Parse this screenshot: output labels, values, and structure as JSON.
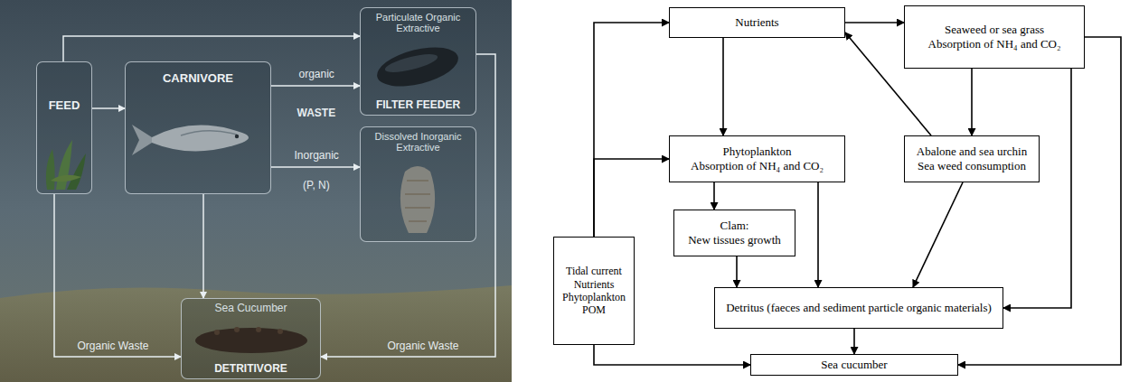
{
  "diagram": {
    "nodes": [
      {
        "text": [
          "FEED"
        ]
      },
      {
        "text": [
          "CARNIVORE"
        ]
      },
      {
        "text": [
          "Particulate Organic Extractive",
          "FILTER FEEDER"
        ]
      },
      {
        "text": [
          "Dissolved Inorganic Extractive"
        ]
      },
      {
        "text": [
          "Sea Cucumber",
          "DETRITIVORE"
        ]
      },
      {
        "text": [
          "Nutrients"
        ]
      },
      {
        "text": [
          "Seaweed or sea grass",
          "Absorption of NH₄ and CO₂"
        ]
      },
      {
        "text": [
          "Phytoplankton",
          "Absorption of NH₄ and CO₂"
        ]
      },
      {
        "text": [
          "Abalone and sea urchin",
          "Sea weed consumption"
        ]
      },
      {
        "text": [
          "Clam:",
          "New tissues growth"
        ]
      },
      {
        "text": [
          "Tidal current",
          "Nutrients",
          "Phytoplankton",
          "POM"
        ]
      },
      {
        "text": [
          "Detritus (faeces and sediment particle organic materials)"
        ]
      },
      {
        "text": [
          "Sea cucumber"
        ]
      }
    ],
    "edges": [
      {
        "from": 0,
        "to": 1,
        "arrow": "to"
      },
      {
        "from": 0,
        "to": 2,
        "arrow": "to"
      },
      {
        "from": 1,
        "to": 2,
        "label": "organic",
        "arrow": "to"
      },
      {
        "from": 1,
        "to": 3,
        "label": "Inorganic",
        "arrow": "to"
      },
      {
        "from": 1,
        "to": 4,
        "arrow": "to"
      },
      {
        "from": 0,
        "to": 4,
        "label": "Organic Waste",
        "arrow": "to"
      },
      {
        "from": 2,
        "to": 4,
        "label": "Organic Waste",
        "arrow": "to"
      },
      {
        "from": 5,
        "to": 6,
        "arrow": "to"
      },
      {
        "from": 5,
        "to": 7,
        "arrow": "to"
      },
      {
        "from": 8,
        "to": 5,
        "arrow": "to"
      },
      {
        "from": 6,
        "to": 8,
        "arrow": "to"
      },
      {
        "from": 7,
        "to": 9,
        "arrow": "to"
      },
      {
        "from": 7,
        "to": 11,
        "arrow": "to"
      },
      {
        "from": 9,
        "to": 11,
        "arrow": "to"
      },
      {
        "from": 8,
        "to": 11,
        "arrow": "to"
      },
      {
        "from": 6,
        "to": 11,
        "arrow": "to"
      },
      {
        "from": 6,
        "to": 12,
        "arrow": "to"
      },
      {
        "from": 11,
        "to": 12,
        "arrow": "to"
      },
      {
        "from": 10,
        "to": 5,
        "arrow": "to"
      },
      {
        "from": 10,
        "to": 7,
        "arrow": "to"
      },
      {
        "from": 10,
        "to": 12,
        "arrow": "to"
      }
    ],
    "labels": [
      "WASTE",
      "(P, N)"
    ]
  }
}
